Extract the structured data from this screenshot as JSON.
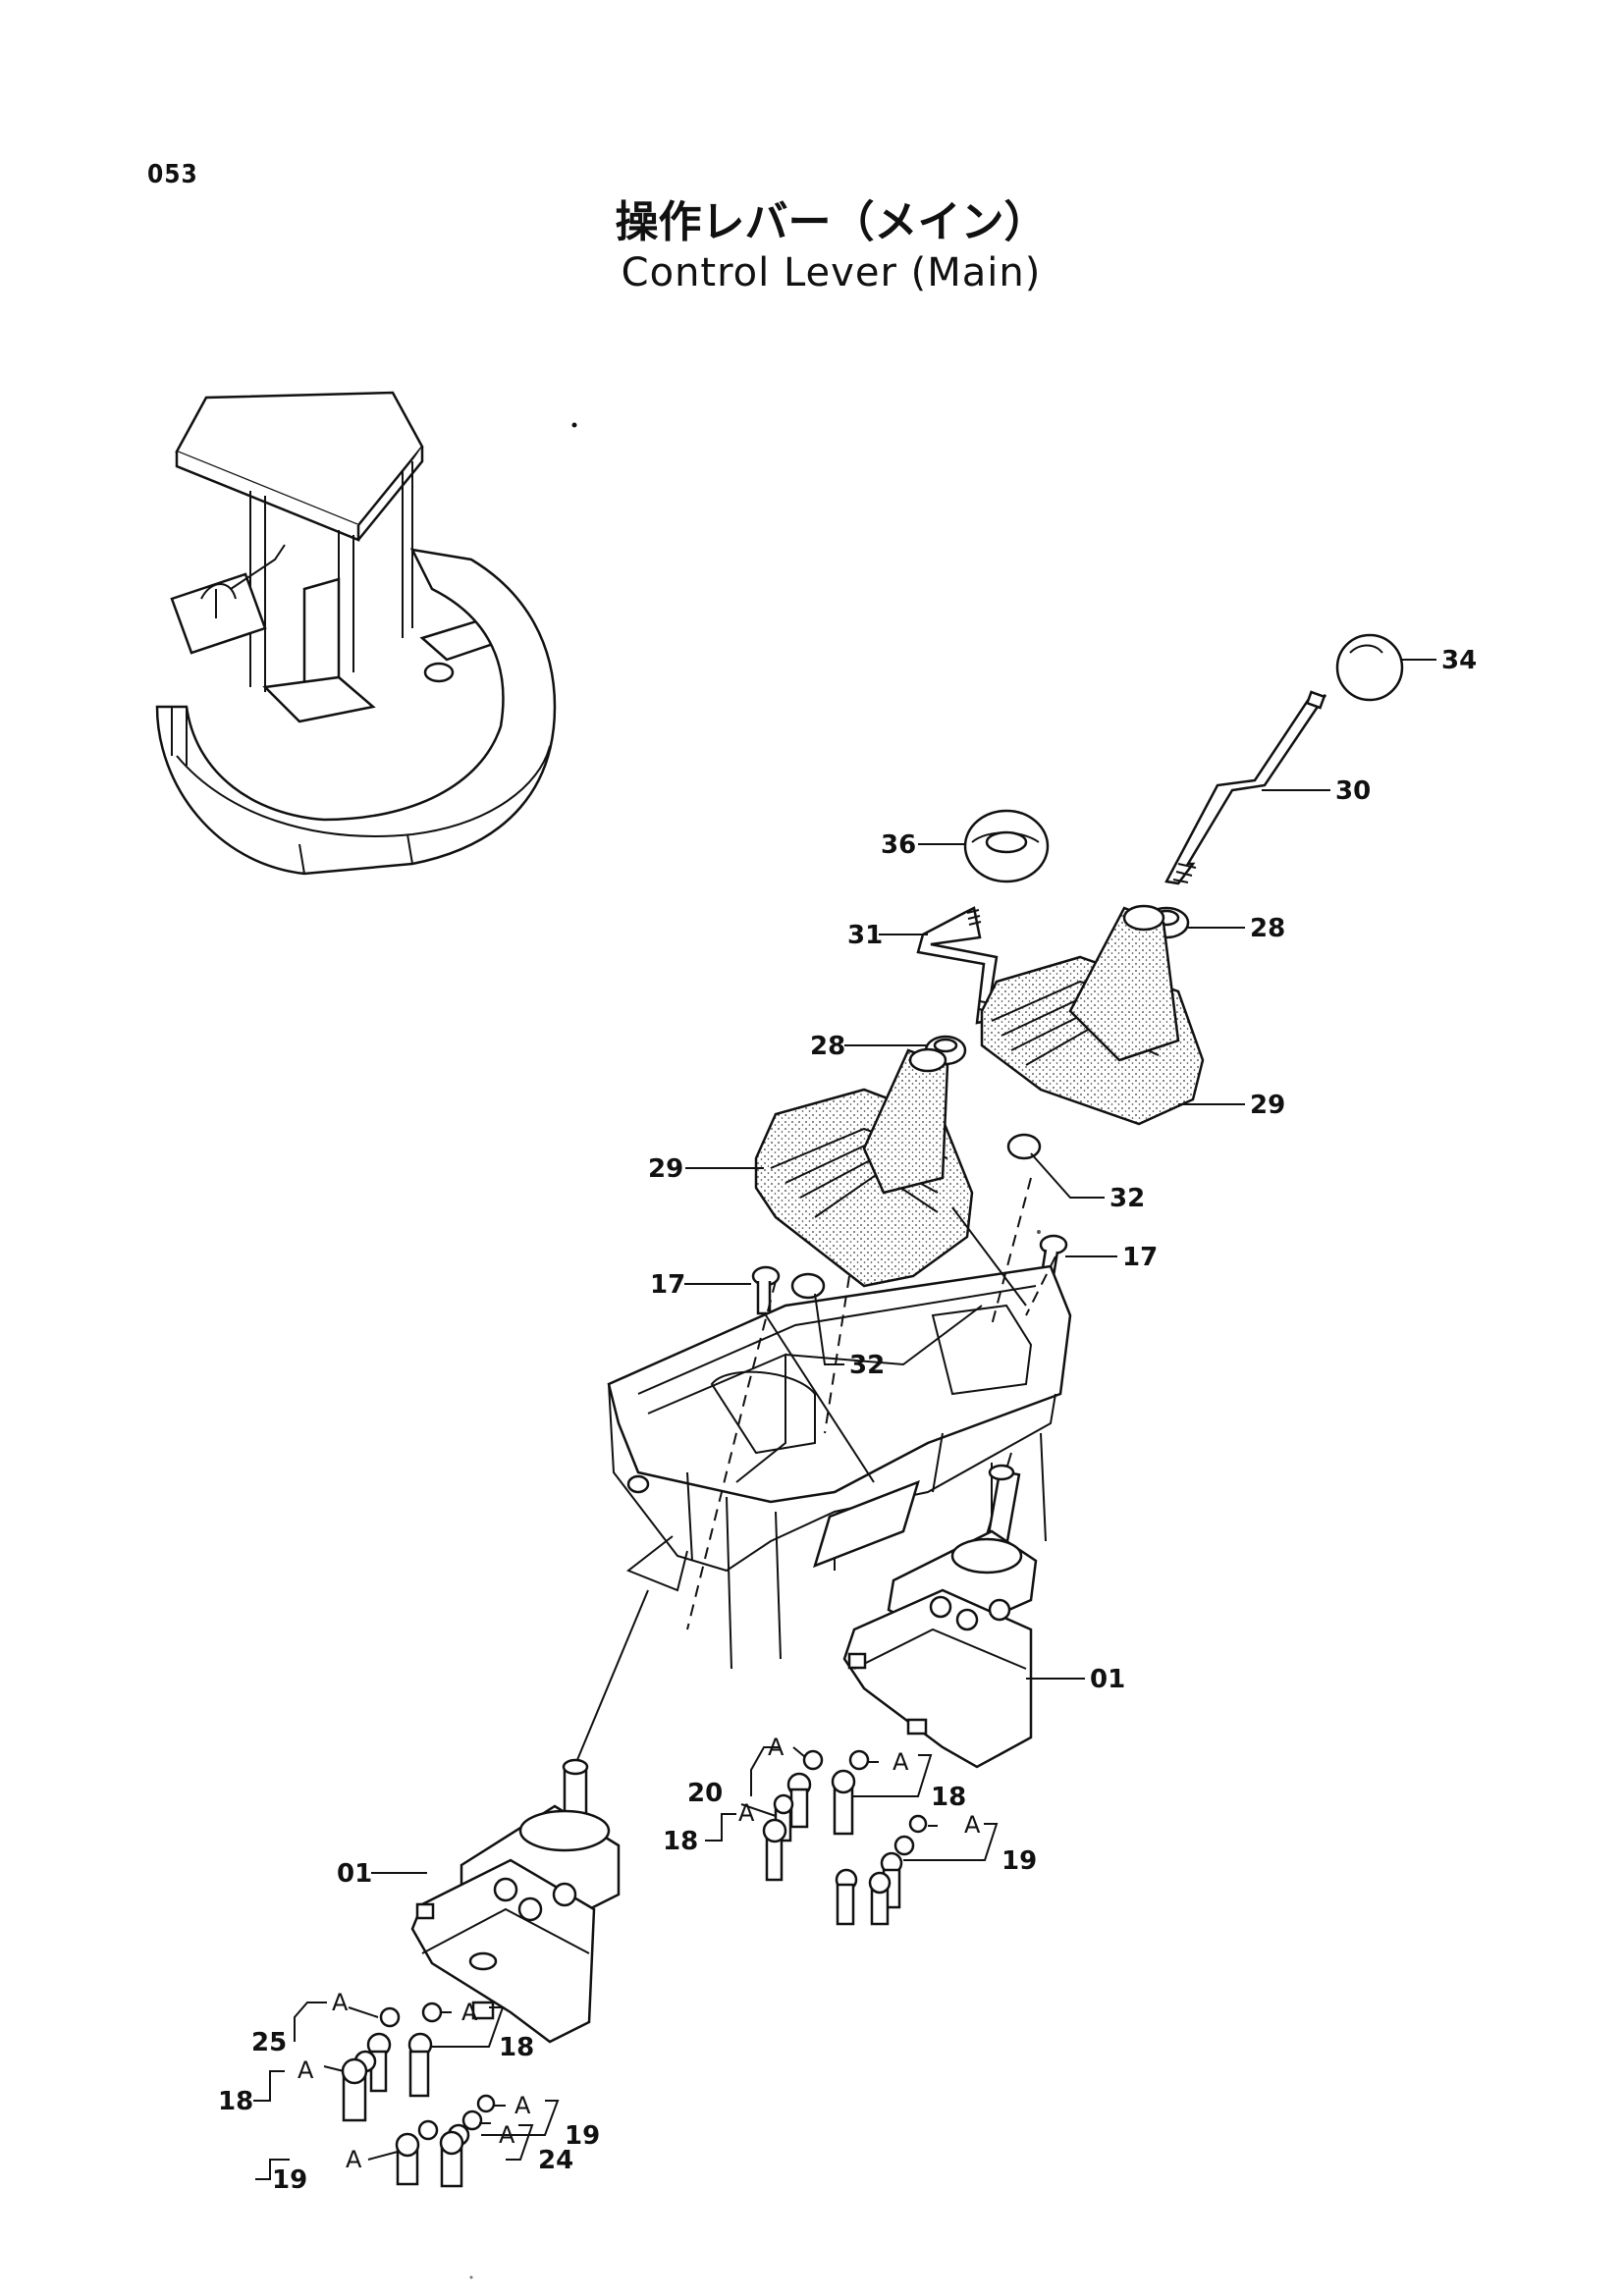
{
  "page": {
    "number": "053"
  },
  "title": {
    "japanese": "操作レバー（メイン）",
    "english": "Control Lever (Main)"
  },
  "callouts": {
    "p34": "34",
    "p30": "30",
    "p36": "36",
    "p31": "31",
    "p28a": "28",
    "p28b": "28",
    "p29a": "29",
    "p29b": "29",
    "p32a": "32",
    "p32b": "32",
    "p17a": "17",
    "p17b": "17",
    "p01a": "01",
    "p01b": "01",
    "p20": "20",
    "p18a": "18",
    "p18b": "18",
    "p19a": "19",
    "p25": "25",
    "p18c": "18",
    "p18d": "18",
    "p19b": "19",
    "p19c": "19",
    "p24": "24",
    "A": "A"
  },
  "icons": [
    "cab-overview-illustration",
    "control-lever-assembly-illustration"
  ]
}
